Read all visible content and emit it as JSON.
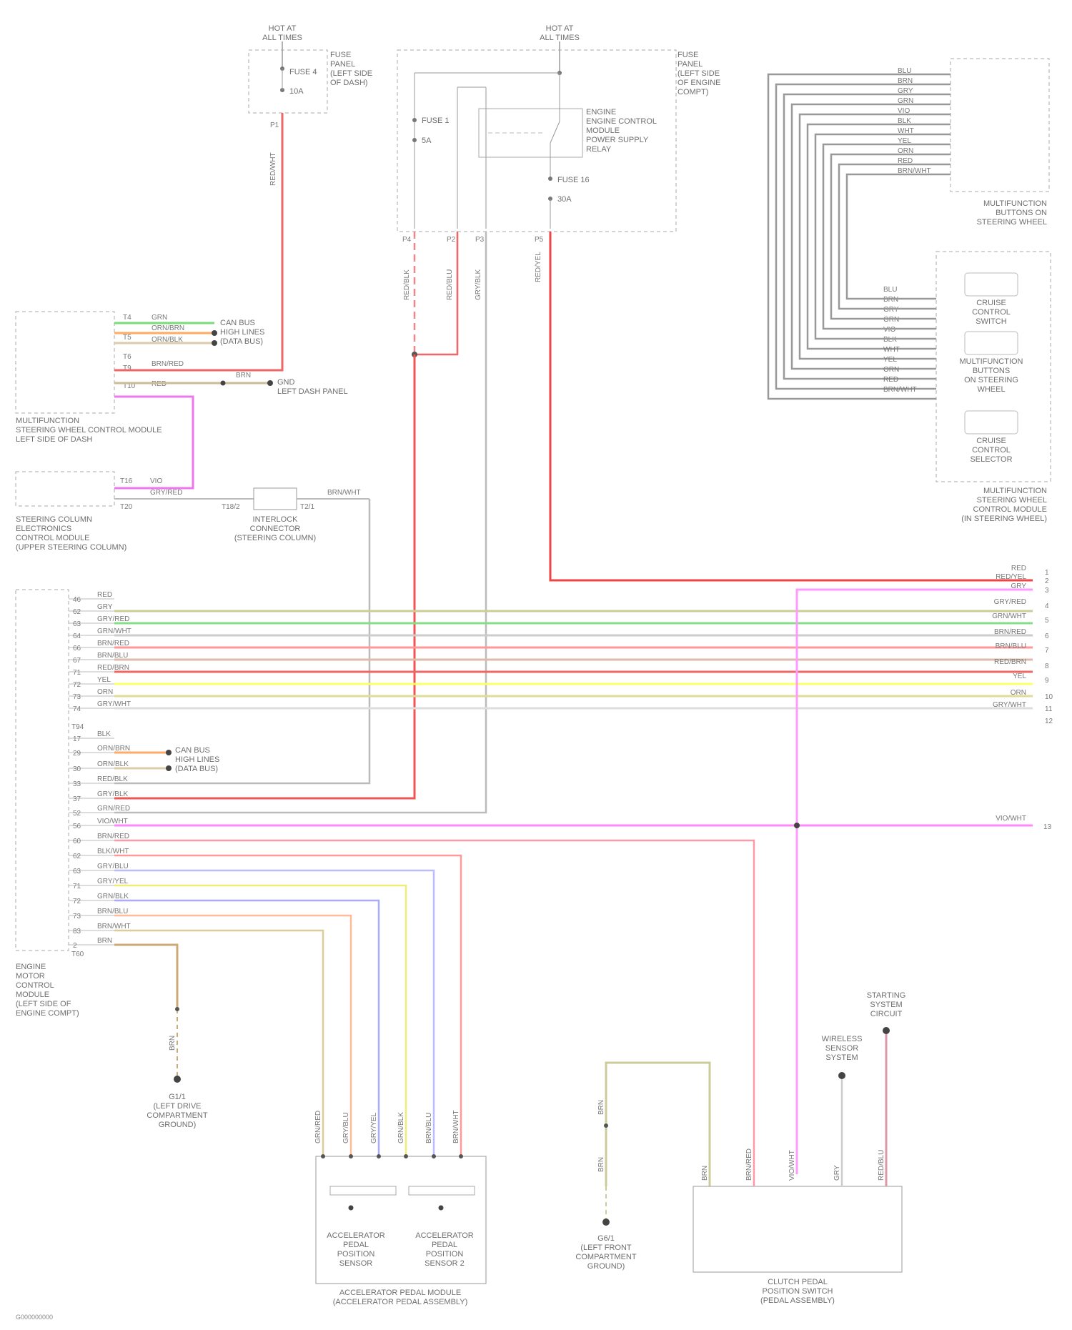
{
  "fuse_box_1": {
    "hot": [
      "HOT AT",
      "ALL TIMES"
    ],
    "box": [
      "FUSE",
      "PANEL",
      "(LEFT SIDE",
      "OF DASH)"
    ],
    "fuse": "FUSE 4",
    "amp": "10A",
    "pin": "P1",
    "wire": "RED/WHT"
  },
  "fuse_box_2": {
    "hot": [
      "HOT AT",
      "ALL TIMES"
    ],
    "box": [
      "FUSE",
      "PANEL",
      "(LEFT SIDE",
      "OF ENGINE",
      "COMPT)"
    ],
    "relay": [
      "ENGINE",
      "ENGINE CONTROL",
      "MODULE",
      "POWER SUPPLY",
      "RELAY"
    ],
    "fuse_a": "FUSE 1",
    "amp_a": "5A",
    "fuse_b": "FUSE 16",
    "amp_b": "30A",
    "pins": [
      "P4",
      "P2",
      "P3",
      "P5"
    ],
    "wires": [
      "RED/BLK",
      "RED/BLU",
      "GRY/BLK",
      "RED/YEL"
    ]
  },
  "multifunction_buttons": {
    "label": [
      "MULTIFUNCTION",
      "BUTTONS ON",
      "STEERING WHEEL"
    ],
    "wires": [
      "BLU",
      "BRN",
      "GRY",
      "GRN",
      "VIO",
      "BLK",
      "WHT",
      "YEL",
      "ORN",
      "RED",
      "BRN/WHT"
    ]
  },
  "steering_wheel_module": {
    "label": [
      "MULTIFUNCTION",
      "STEERING WHEEL",
      "CONTROL MODULE",
      "(IN STEERING WHEEL)"
    ],
    "pads": [
      "CRUISE",
      "CONTROL",
      "SWITCH",
      "MULTIFUNCTION",
      "BUTTONS",
      "ON STEERING",
      "WHEEL",
      "CRUISE",
      "CONTROL",
      "SELECTOR"
    ],
    "wires": [
      "BLU",
      "BRN",
      "GRY",
      "GRN",
      "VIO",
      "BLK",
      "WHT",
      "YEL",
      "ORN",
      "RED",
      "BRN/WHT"
    ]
  },
  "column_module": {
    "label": [
      "MULTIFUNCTION",
      "STEERING WHEEL CONTROL MODULE",
      "LEFT SIDE OF DASH"
    ],
    "pins": [
      "T4",
      "T5",
      "T6",
      "T9",
      "T10"
    ],
    "wires": [
      "GRN",
      "ORN/BRN",
      "ORN/BLK",
      "BRN/RED",
      "RED"
    ],
    "dest_a": [
      "CAN BUS",
      "HIGH LINES",
      "(DATA BUS)"
    ],
    "dest_b": [
      "GND",
      "LEFT DASH PANEL"
    ],
    "splice_wire": "BRN"
  },
  "column_electronics": {
    "label": [
      "STEERING COLUMN",
      "ELECTRONICS",
      "CONTROL MODULE",
      "(UPPER STEERING COLUMN)"
    ],
    "pins": [
      "T16",
      "T20"
    ],
    "wires": [
      "VIO",
      "GRY/RED"
    ],
    "fuse_note": [
      "INTERLOCK",
      "CONNECTOR",
      "(STEERING COLUMN)"
    ],
    "pin_labels": [
      "T18/2",
      "T2/1"
    ],
    "wire_right": "BRN/WHT"
  },
  "ecm": {
    "label": [
      "ENGINE",
      "MOTOR",
      "CONTROL",
      "MODULE",
      "(LEFT SIDE OF",
      "ENGINE COMPT)"
    ],
    "top_block": "T94",
    "bottom_block": "T60",
    "rows_top": [
      {
        "pin": "46",
        "wire": "RED"
      },
      {
        "pin": "62",
        "wire": "GRY"
      },
      {
        "pin": "63",
        "wire": "GRY/RED"
      },
      {
        "pin": "64",
        "wire": "GRN/WHT"
      },
      {
        "pin": "66",
        "wire": "BRN/RED"
      },
      {
        "pin": "67",
        "wire": "BRN/BLU"
      },
      {
        "pin": "71",
        "wire": "RED/BRN"
      },
      {
        "pin": "72",
        "wire": "YEL"
      },
      {
        "pin": "73",
        "wire": "ORN"
      },
      {
        "pin": "74",
        "wire": "GRY/WHT"
      }
    ],
    "rows_bottom": [
      {
        "pin": "17",
        "wire": "BLK"
      },
      {
        "pin": "29",
        "wire": "ORN/BRN"
      },
      {
        "pin": "30",
        "wire": "ORN/BLK"
      },
      {
        "pin": "33",
        "wire": "RED/BLK"
      },
      {
        "pin": "37",
        "wire": "GRY/BLK"
      },
      {
        "pin": "52",
        "wire": "GRN/RED"
      },
      {
        "pin": "56",
        "wire": "VIO/WHT"
      },
      {
        "pin": "60",
        "wire": "BRN/RED"
      },
      {
        "pin": "62",
        "wire": "BLK/WHT"
      },
      {
        "pin": "63",
        "wire": "GRY/BLU"
      },
      {
        "pin": "71",
        "wire": "GRY/YEL"
      },
      {
        "pin": "72",
        "wire": "GRN/BLK"
      },
      {
        "pin": "73",
        "wire": "BRN/BLU"
      },
      {
        "pin": "83",
        "wire": "BRN/WHT"
      },
      {
        "pin": "2",
        "wire": "BRN"
      }
    ],
    "dest_can": [
      "CAN BUS",
      "HIGH LINES",
      "(DATA BUS)"
    ]
  },
  "right_connector": {
    "wires": [
      "RED",
      "RED/YEL",
      "GRY",
      "GRY/RED",
      "GRN/WHT",
      "BRN/RED",
      "BRN/BLU",
      "RED/BRN",
      "YEL",
      "ORN",
      "GRY/WHT"
    ],
    "pins": [
      "1",
      "2",
      "3",
      "4",
      "5",
      "6",
      "7",
      "8",
      "9",
      "10",
      "11",
      "12"
    ],
    "vio_wire": "VIO/WHT",
    "vio_pin": "13"
  },
  "ground_1": {
    "wire": "BRN",
    "label": [
      "G1/1",
      "(LEFT DRIVE",
      "COMPARTMENT",
      "GROUND)"
    ]
  },
  "ground_2": {
    "wire_a": "BRN",
    "wire_b": "BRN",
    "label": [
      "G6/1",
      "(LEFT FRONT",
      "COMPARTMENT",
      "GROUND)"
    ]
  },
  "pedal": {
    "label": [
      "ACCELERATOR PEDAL MODULE",
      "(ACCELERATOR PEDAL ASSEMBLY)"
    ],
    "sensor_a": [
      "ACCELERATOR",
      "PEDAL",
      "POSITION",
      "SENSOR"
    ],
    "sensor_b": [
      "ACCELERATOR",
      "PEDAL",
      "POSITION",
      "SENSOR 2"
    ],
    "wires": [
      "GRN/RED",
      "GRY/BLU",
      "GRY/YEL",
      "GRN/BLK",
      "BRN/BLU",
      "BRN/WHT"
    ]
  },
  "clutch": {
    "label": [
      "CLUTCH PEDAL",
      "POSITION SWITCH",
      "(PEDAL ASSEMBLY)"
    ],
    "wires": [
      "BRN",
      "BRN/RED",
      "VIO/WHT",
      "GRY",
      "RED/BLU"
    ],
    "dest_a": [
      "WIRELESS",
      "SENSOR",
      "SYSTEM"
    ],
    "dest_b": [
      "STARTING",
      "SYSTEM",
      "CIRCUIT"
    ]
  },
  "footer": "G000000000"
}
